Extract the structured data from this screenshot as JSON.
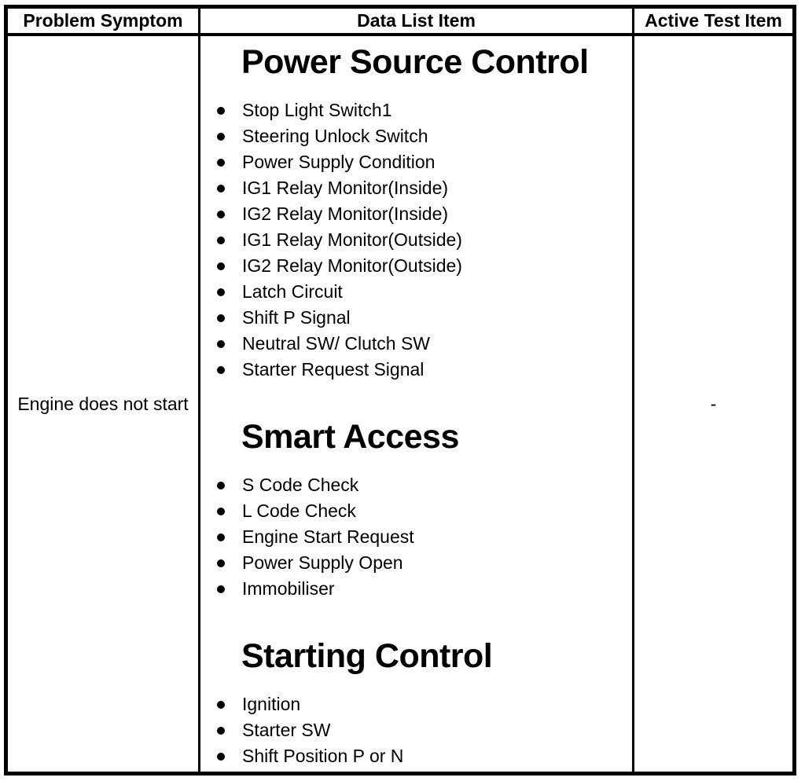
{
  "table": {
    "headers": [
      {
        "label": "Problem Symptom"
      },
      {
        "label": "Data List Item"
      },
      {
        "label": "Active Test Item"
      }
    ],
    "row": {
      "problem_symptom": "Engine does not start",
      "active_test_item": "-",
      "data_list_sections": [
        {
          "title": "Power Source Control",
          "items": [
            "Stop Light Switch1",
            "Steering Unlock Switch",
            "Power Supply Condition",
            "IG1 Relay Monitor(Inside)",
            "IG2 Relay Monitor(Inside)",
            "IG1 Relay Monitor(Outside)",
            "IG2 Relay Monitor(Outside)",
            "Latch Circuit",
            "Shift P Signal",
            "Neutral SW/ Clutch SW",
            "Starter Request Signal"
          ]
        },
        {
          "title": "Smart Access",
          "items": [
            "S Code Check",
            "L Code Check",
            "Engine Start Request",
            "Power Supply Open",
            "Immobiliser"
          ]
        },
        {
          "title": "Starting Control",
          "items": [
            "Ignition",
            "Starter SW",
            "Shift Position P or N"
          ]
        }
      ]
    }
  },
  "icons": {
    "bullet": "filled-circle-bullet-icon"
  },
  "colors": {
    "ink": "#000000",
    "paper": "#ffffff"
  }
}
